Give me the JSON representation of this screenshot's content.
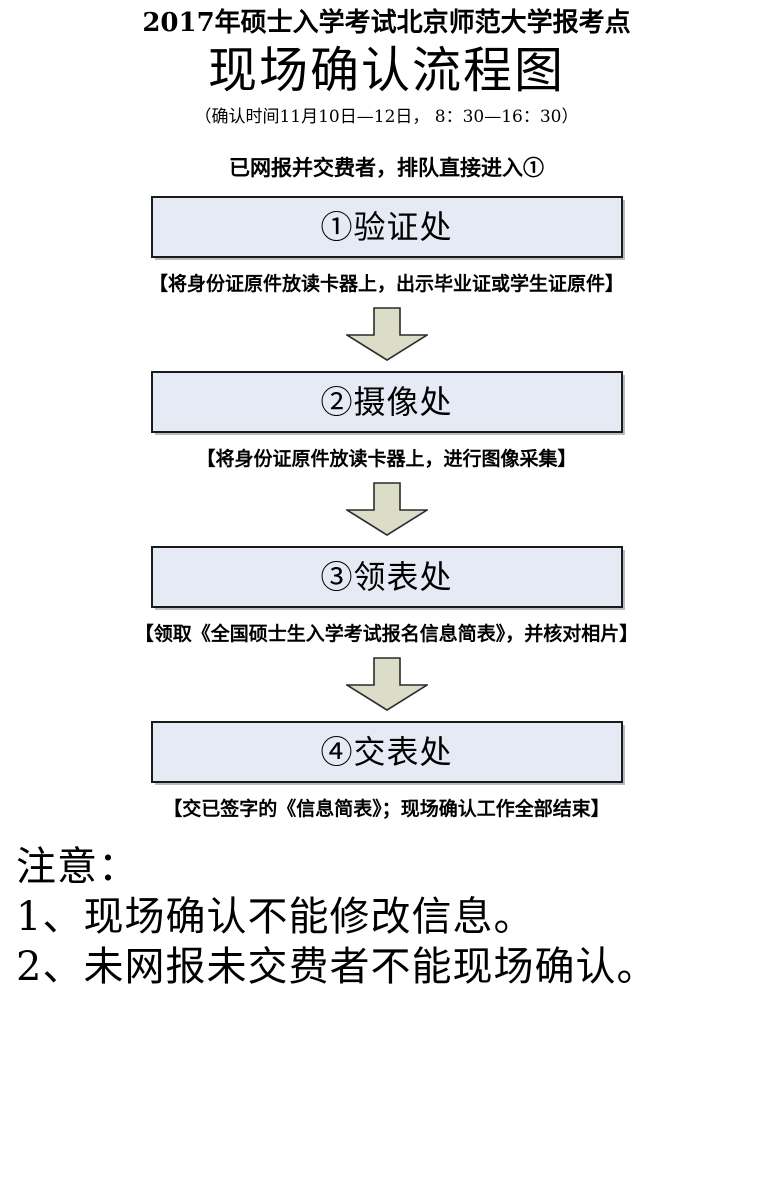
{
  "document": {
    "header": {
      "org_line": "2017年硕士入学考试北京师范大学报考点",
      "main_title": "现场确认流程图",
      "time_note": "（确认时间11月10日—12日， 8：30—16：30）"
    },
    "intro": "已网报并交费者，排队直接进入①",
    "steps": [
      {
        "marker": "①",
        "label": "①验证处",
        "note": "【将身份证原件放读卡器上，出示毕业证或学生证原件】"
      },
      {
        "marker": "②",
        "label": "②摄像处",
        "note": "【将身份证原件放读卡器上，进行图像采集】"
      },
      {
        "marker": "③",
        "label": "③领表处",
        "note": "【领取《全国硕士生入学考试报名信息简表》，并核对相片】"
      },
      {
        "marker": "④",
        "label": "④交表处",
        "note": "【交已签字的《信息简表》；现场确认工作全部结束】"
      }
    ],
    "connector_icon": "down-arrow-icon",
    "notice": {
      "heading": "注意：",
      "items": [
        "1、现场确认不能修改信息。",
        "2、未网报未交费者不能现场确认。"
      ]
    },
    "colors": {
      "box_fill": "#E6EAF4",
      "box_border": "#1A1A1A",
      "box_shadow": "#B9BCC4",
      "arrow_fill": "#DCDDC8",
      "arrow_border": "#2B2B2B",
      "text": "#000000",
      "background": "#FFFFFF"
    }
  }
}
